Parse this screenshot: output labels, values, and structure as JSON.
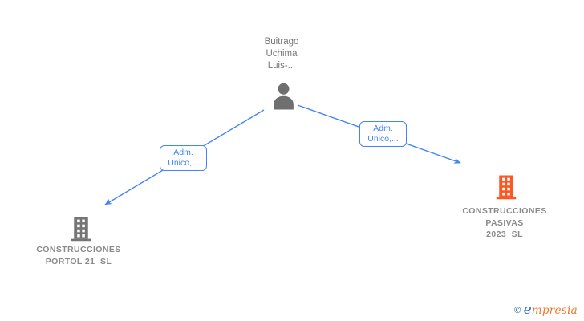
{
  "person": {
    "name_lines": [
      "Buitrago",
      "Uchima",
      "Luis-..."
    ],
    "icon": "person-icon",
    "icon_color": "#6F6F6F"
  },
  "edges": [
    {
      "label_lines": [
        "Adm.",
        "Unico,..."
      ],
      "from": "person",
      "to": "company-1"
    },
    {
      "label_lines": [
        "Adm.",
        "Unico,..."
      ],
      "from": "person",
      "to": "company-2"
    }
  ],
  "companies": [
    {
      "name_lines": [
        "CONSTRUCCIONES",
        "PORTOL 21  SL"
      ],
      "icon": "building-icon",
      "icon_color": "#757575"
    },
    {
      "name_lines": [
        "CONSTRUCCIONES",
        "PASIVAS",
        "2023  SL"
      ],
      "icon": "building-icon",
      "icon_color": "#FF5722"
    }
  ],
  "footer": {
    "copyright_symbol": "©",
    "brand_first_letter": "e",
    "brand_rest": "mpresia"
  },
  "colors": {
    "background": "#FFFFFF",
    "edge_blue": "#4285F4",
    "person_gray": "#757575",
    "company_text_gray": "#8A8A8A",
    "logo_teal": "#1E7F8E",
    "logo_blue": "#2F6BBF",
    "logo_orange": "#E8782D"
  }
}
